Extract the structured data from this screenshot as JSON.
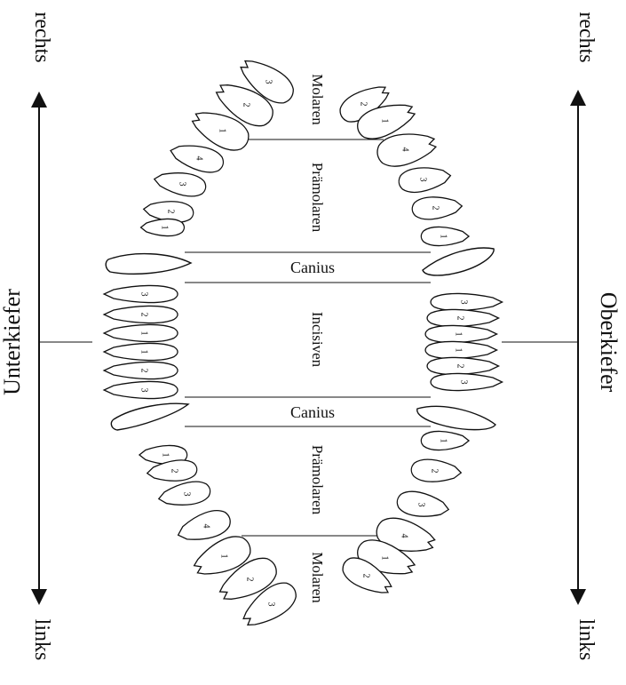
{
  "left_side": {
    "label": "Unterkiefer",
    "top": "rechts",
    "bottom": "links"
  },
  "right_side": {
    "label": "Oberkiefer",
    "top": "rechts",
    "bottom": "links"
  },
  "groups": {
    "molaren_top": "Molaren",
    "praemolaren_top": "Prämolaren",
    "canius_top": "Canius",
    "incisiven": "Incisiven",
    "canius_bottom": "Canius",
    "praemolaren_bottom": "Prämolaren",
    "molaren_bottom": "Molaren"
  },
  "teeth": {
    "lower_right": [
      "3",
      "2",
      "1",
      "4",
      "3",
      "2",
      "1"
    ],
    "lower_incisors": [
      "3",
      "2",
      "1",
      "1",
      "2",
      "3"
    ],
    "lower_left": [
      "1",
      "2",
      "3",
      "4",
      "1",
      "2",
      "3"
    ],
    "upper_right": [
      "2",
      "1",
      "4",
      "3",
      "2",
      "1"
    ],
    "upper_incisors": [
      "3",
      "2",
      "1",
      "1",
      "2",
      "3"
    ],
    "upper_left": [
      "1",
      "2",
      "3",
      "4",
      "1",
      "2"
    ]
  },
  "colors": {
    "ink": "#111111",
    "background": "#ffffff"
  }
}
